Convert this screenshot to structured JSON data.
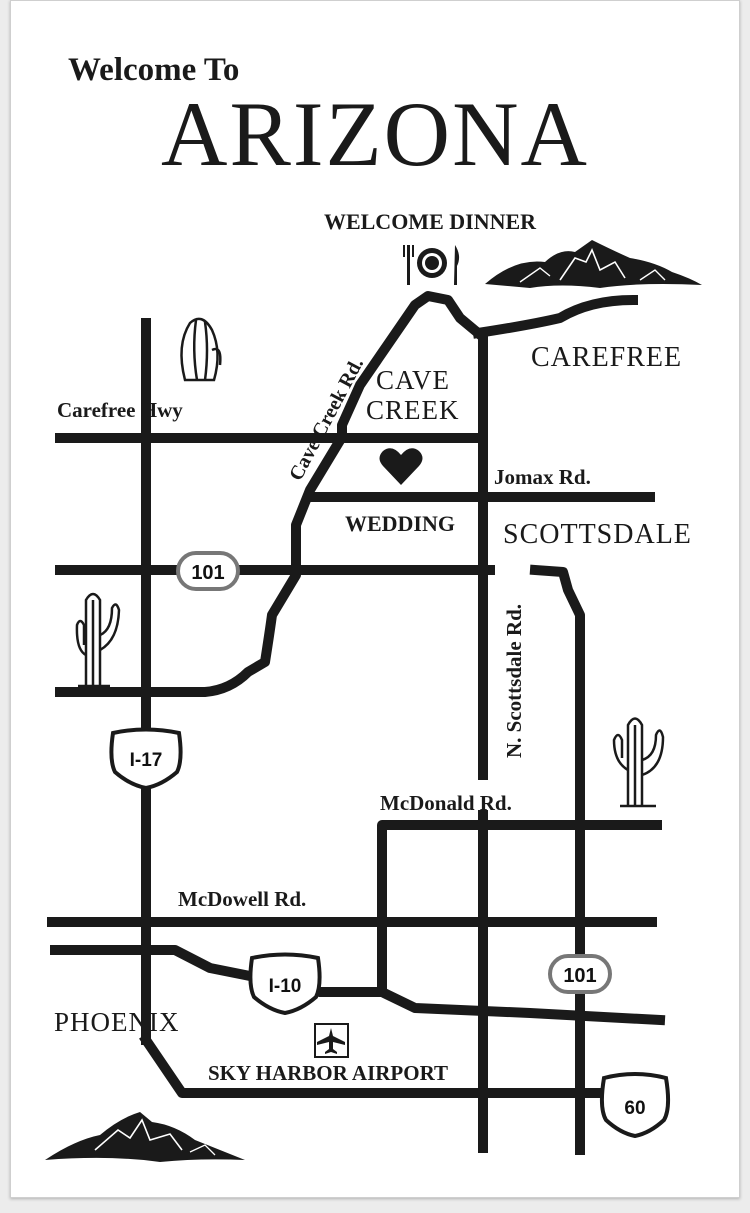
{
  "header": {
    "welcome": "Welcome To",
    "state": "ARIZONA"
  },
  "landmarks": {
    "welcome_dinner": "WELCOME DINNER",
    "wedding": "WEDDING",
    "airport": "SKY HARBOR AIRPORT"
  },
  "places": {
    "carefree": "CAREFREE",
    "cave": "CAVE",
    "creek": "CREEK",
    "scottsdale": "SCOTTSDALE",
    "phoenix": "PHOENIX"
  },
  "roads": {
    "carefree_hwy": "Carefree Hwy",
    "cave_creek_rd": "Cave Creek Rd.",
    "jomax_rd": "Jomax Rd.",
    "n_scottsdale_rd": "N. Scottsdale Rd.",
    "mcdonald_rd": "McDonald Rd.",
    "mcdowell_rd": "McDowell Rd."
  },
  "shields": {
    "loop101_west": "101",
    "loop101_east": "101",
    "i17": "I-17",
    "i10": "I-10",
    "us60": "60"
  },
  "icons": {
    "dinner": "plate-fork-knife-icon",
    "wedding": "heart-icon",
    "airport": "airplane-icon",
    "decor": [
      "cactus-icon",
      "mountain-icon"
    ]
  },
  "colors": {
    "ink": "#1a1a1a",
    "paper": "#ffffff",
    "shield_outline": "#777777"
  }
}
